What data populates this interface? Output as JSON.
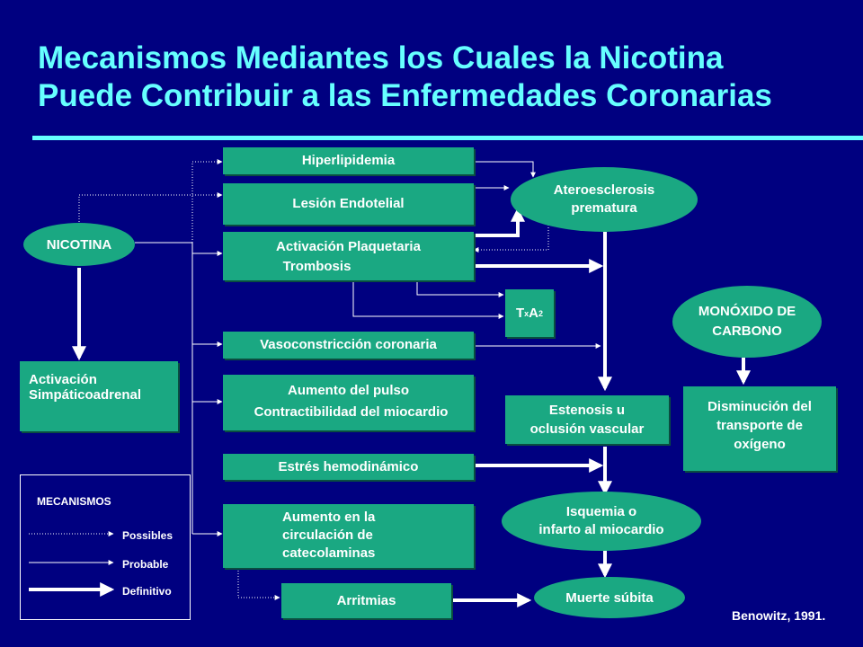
{
  "title": {
    "line1": "Mecanismos Mediantes los Cuales la Nicotina",
    "line2": "Puede Contribuir a las Enfermedades Coronarias"
  },
  "nodes": {
    "nicotina": "NICOTINA",
    "activacion_simpatica": [
      "Activación",
      "Simpáticoadrenal"
    ],
    "hiperlipidemia": "Hiperlipidemia",
    "lesion_endotelial": "Lesión Endotelial",
    "activacion_plaquetaria": [
      "Activación Plaquetaria",
      "Trombosis"
    ],
    "txa2": {
      "main1": "T",
      "sub1": "x",
      "main2": "A",
      "sub2": "2"
    },
    "vasoconstriccion": "Vasoconstricción coronaria",
    "aumento_pulso": [
      "Aumento del pulso",
      "Contractibilidad del miocardio"
    ],
    "estres_hemodinamico": "Estrés hemodinámico",
    "aumento_circulacion": [
      "Aumento en la",
      "circulación de",
      "catecolaminas"
    ],
    "arritmias": "Arritmias",
    "ateroesclerosis": [
      "Ateroesclerosis",
      "prematura"
    ],
    "monoxido": [
      "MONÓXIDO DE",
      "CARBONO"
    ],
    "disminucion_transporte": [
      "Disminución del",
      "transporte de",
      "oxígeno"
    ],
    "estenosis": [
      "Estenosis u",
      "oclusión vascular"
    ],
    "isquemia": [
      "Isquemia o",
      "infarto al miocardio"
    ],
    "muerte_subita": "Muerte súbita"
  },
  "legend": {
    "title": "MECANISMOS",
    "items": [
      "Possibles",
      "Probable",
      "Definitivo"
    ]
  },
  "credit": "Benowitz, 1991.",
  "colors": {
    "background": "#000080",
    "title": "#66ffff",
    "node": "#1aa882",
    "line": "#ffffff"
  }
}
